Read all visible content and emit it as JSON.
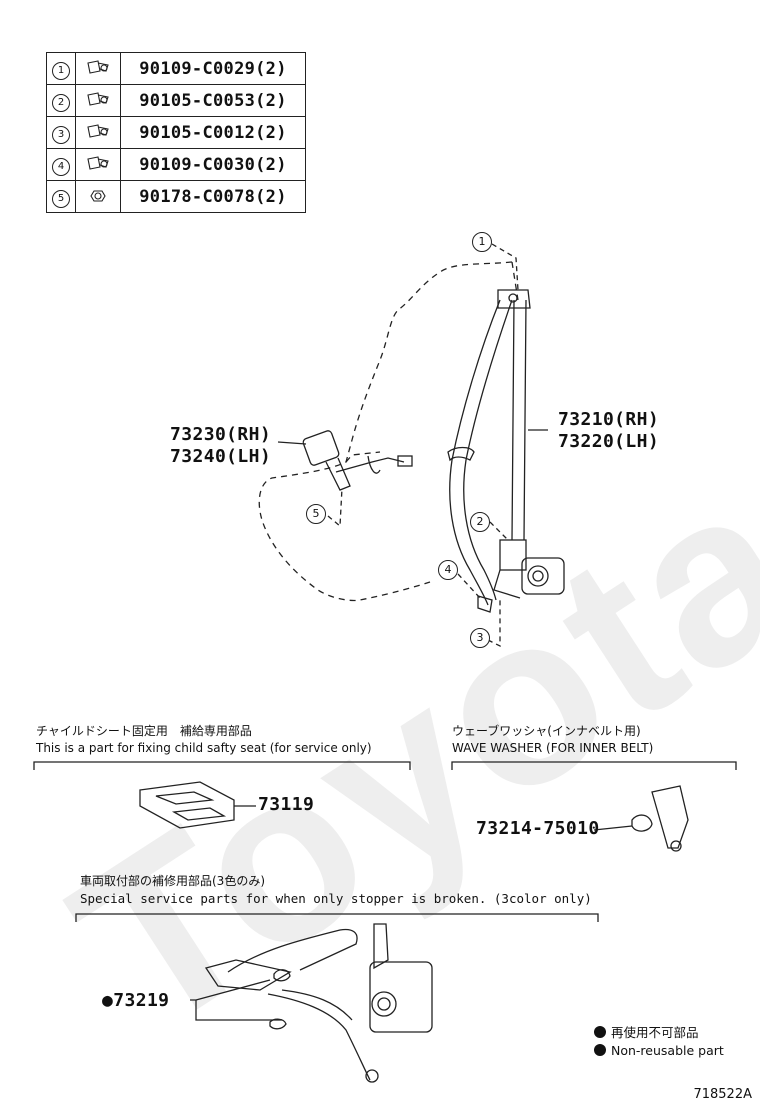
{
  "parts_table": {
    "rows": [
      {
        "index": "1",
        "part_number": "90109-C0029(2)"
      },
      {
        "index": "2",
        "part_number": "90105-C0053(2)"
      },
      {
        "index": "3",
        "part_number": "90105-C0012(2)"
      },
      {
        "index": "4",
        "part_number": "90109-C0030(2)"
      },
      {
        "index": "5",
        "part_number": "90178-C0078(2)"
      }
    ]
  },
  "main_diagram": {
    "buckle_label_rh": "73230(RH)",
    "buckle_label_lh": "73240(LH)",
    "retractor_label_rh": "73210(RH)",
    "retractor_label_lh": "73220(LH)",
    "callouts": [
      "1",
      "2",
      "3",
      "4",
      "5"
    ]
  },
  "child_seat_section": {
    "title_jp": "チャイルドシート固定用　補給専用部品",
    "title_en": "This is a part for fixing child safty seat (for service only)",
    "part_number": "73119"
  },
  "wave_washer_section": {
    "title_jp": "ウェーブワッシャ(インナベルト用)",
    "title_en": "WAVE WASHER (FOR INNER BELT)",
    "part_number": "73214-75010"
  },
  "stopper_section": {
    "title_jp": "車両取付部の補修用部品(3色のみ)",
    "title_en": "Special service parts for when only stopper is broken. (3color only)",
    "part_number": "●73219"
  },
  "legend": {
    "jp": "再使用不可部品",
    "en": "Non-reusable part"
  },
  "diagram_code": "718522A",
  "watermark_text": "ToyotaC"
}
